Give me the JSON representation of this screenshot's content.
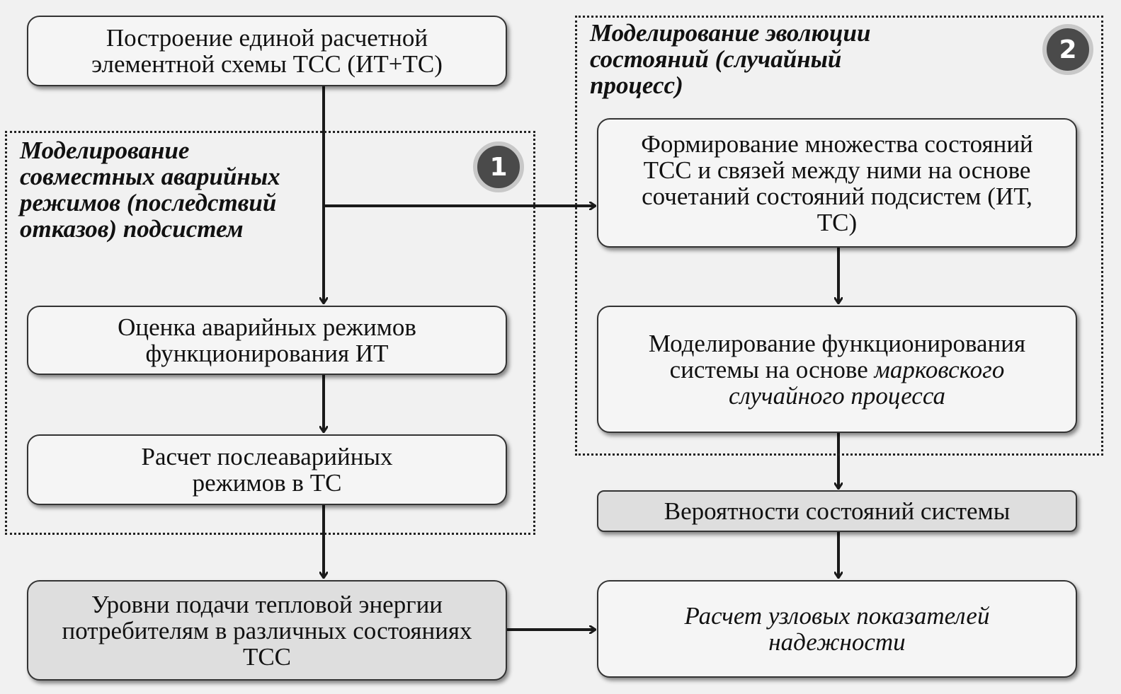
{
  "blocks": {
    "build_scheme": "Построение единой расчетной элементной схемы ТСС (ИТ+ТС)",
    "region1_title": "Моделирование совместных аварийных режимов (последствий отказов) подсистем",
    "region1_badge": "1",
    "assess_modes": "Оценка аварийных режимов функционирования ИТ",
    "post_emergency": "Расчет послеаварийных режимов в ТС",
    "supply_levels": "Уровни подачи тепловой энергии потребителям в различных состояниях ТСС",
    "region2_title": "Моделирование эволюции состояний (случайный процесс)",
    "region2_badge": "2",
    "form_states": "Формирование множества состояний ТСС и связей между ними на основе сочетаний состояний подсистем (ИТ, ТС)",
    "model_prefix": "Моделирование функционирования системы на основе",
    "model_italic": "марковского случайного процесса",
    "probabilities": "Вероятности состояний системы",
    "calc_indices": "Расчет узловых показателей надежности"
  },
  "colors": {
    "background": "#f1f1f1",
    "box": "#f5f5f5",
    "highlight_box": "#dedede",
    "badge": "#4a4a4a"
  }
}
